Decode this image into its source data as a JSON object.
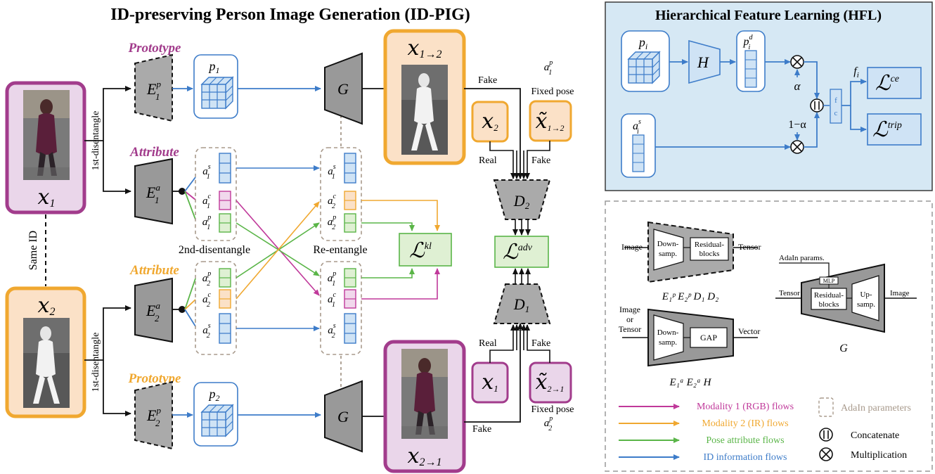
{
  "titles": {
    "main": "ID-preserving Person Image Generation (ID-PIG)",
    "hfl": "Hierarchical Feature Learning (HFL)"
  },
  "sections": {
    "prototype": "Prototype",
    "attribute": "Attribute"
  },
  "labels": {
    "first_disentangle": "1st-disentangle",
    "second_disentangle": "2nd-disentangle",
    "re_entangle": "Re-entangle",
    "same_id": "Same ID",
    "fake": "Fake",
    "real": "Real",
    "fixed_pose": "Fixed pose"
  },
  "images": {
    "x1": "x1",
    "x2": "x2",
    "x12": "x1→2",
    "x21": "x2→1",
    "x12_tilde": "x̃1→2",
    "x21_tilde": "x̃2→1"
  },
  "modules": {
    "G": "G",
    "H": "H",
    "D1": "D1",
    "D2": "D2",
    "alpha": "α",
    "one_minus_alpha": "1−α",
    "fc": "f c"
  },
  "losses": {
    "kl": "kl",
    "adv": "adv",
    "ce": "ce",
    "trip": "trip"
  },
  "legend_arch": {
    "image": "Image",
    "tensor": "Tensor",
    "image_or_tensor_1": "Image",
    "image_or_tensor_2": "or",
    "image_or_tensor_3": "Tensor",
    "vector": "Vector",
    "down_1": "Down-",
    "down_2": "samp.",
    "residual_1": "Residual-",
    "residual_2": "blocks",
    "gap": "GAP",
    "adain_params": "AdaIn params.",
    "mlp": "MLP",
    "up_1": "Up-",
    "up_2": "samp.",
    "enc_a_caption": "E₁ᵃ E₂ᵃ H",
    "enc_p_caption": "E₁ᵖ E₂ᵖ D₁ D₂",
    "gen_caption": "G"
  },
  "legend_flows": [
    {
      "label": "Modality 1 (RGB) flows",
      "color": "#c0399a"
    },
    {
      "label": "Modality 2 (IR) flows",
      "color": "#f0a830"
    },
    {
      "label": "Pose attribute flows",
      "color": "#5ab548"
    },
    {
      "label": "ID information flows",
      "color": "#3d7cc9"
    }
  ],
  "legend_symbols": {
    "adain": "AdaIn parameters",
    "concat": "Concatenate",
    "mult": "Multiplication"
  },
  "colors": {
    "magenta": "#a23c8c",
    "magenta_line": "#c0399a",
    "magenta_fill": "#ead6ea",
    "orange": "#f0a830",
    "orange_fill": "#fbe1c7",
    "green": "#5ab548",
    "green_fill": "#dff0d3",
    "blue": "#3d7cc9",
    "blue_fill": "#cfe3f5",
    "hfl_bg": "#d6e8f4",
    "gray": "#a0a0a0"
  }
}
